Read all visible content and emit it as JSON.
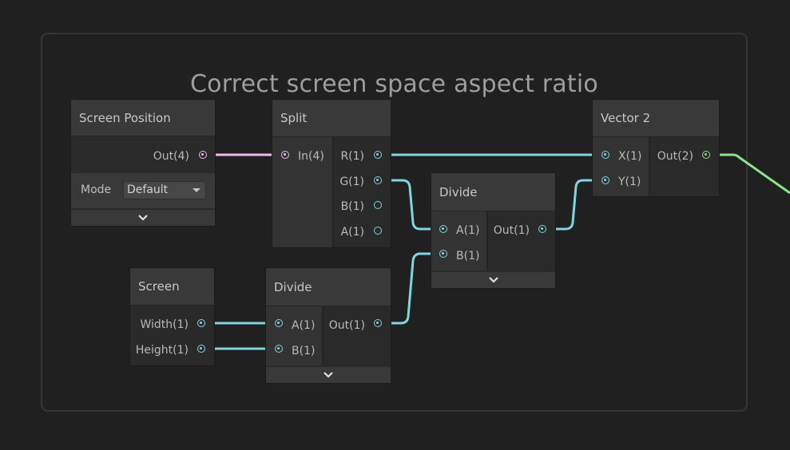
{
  "group": {
    "title": "Correct screen space aspect ratio"
  },
  "colors": {
    "background": "#202020",
    "float_port": "#7ed6df",
    "vector4_port": "#f1b8ea",
    "vector2_port": "#8ce38a"
  },
  "nodes": {
    "screen_position": {
      "title": "Screen Position",
      "outputs": [
        "Out(4)"
      ],
      "mode_label": "Mode",
      "mode_value": "Default"
    },
    "split": {
      "title": "Split",
      "inputs": [
        "In(4)"
      ],
      "outputs": [
        "R(1)",
        "G(1)",
        "B(1)",
        "A(1)"
      ]
    },
    "divide_top": {
      "title": "Divide",
      "inputs": [
        "A(1)",
        "B(1)"
      ],
      "outputs": [
        "Out(1)"
      ]
    },
    "vector2": {
      "title": "Vector 2",
      "inputs": [
        "X(1)",
        "Y(1)"
      ],
      "outputs": [
        "Out(2)"
      ]
    },
    "screen": {
      "title": "Screen",
      "outputs": [
        "Width(1)",
        "Height(1)"
      ]
    },
    "divide_bottom": {
      "title": "Divide",
      "inputs": [
        "A(1)",
        "B(1)"
      ],
      "outputs": [
        "Out(1)"
      ]
    }
  },
  "edges": [
    {
      "from": "Screen Position.Out(4)",
      "to": "Split.In(4)"
    },
    {
      "from": "Split.R(1)",
      "to": "Vector 2.X(1)"
    },
    {
      "from": "Split.G(1)",
      "to": "Divide(top).A(1)"
    },
    {
      "from": "Divide(bottom).Out(1)",
      "to": "Divide(top).B(1)"
    },
    {
      "from": "Divide(top).Out(1)",
      "to": "Vector 2.Y(1)"
    },
    {
      "from": "Screen.Width(1)",
      "to": "Divide(bottom).A(1)"
    },
    {
      "from": "Screen.Height(1)",
      "to": "Divide(bottom).B(1)"
    },
    {
      "from": "Vector 2.Out(2)",
      "to": "offscreen"
    }
  ]
}
